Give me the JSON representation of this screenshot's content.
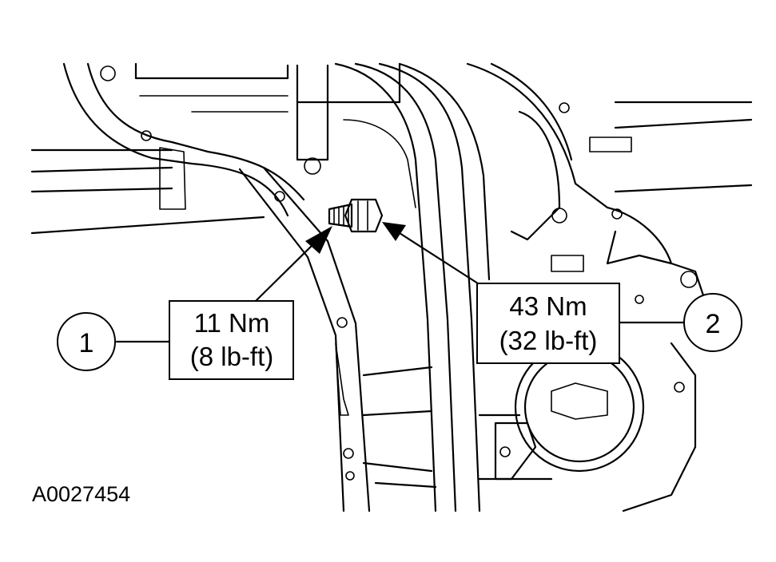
{
  "figure_id": "A0027454",
  "callouts": [
    {
      "number": "1",
      "torque_nm": "11 Nm",
      "torque_lbft": "(8 lb-ft)"
    },
    {
      "number": "2",
      "torque_nm": "43 Nm",
      "torque_lbft": "(32 lb-ft)"
    }
  ],
  "colors": {
    "ink": "#000000",
    "paper": "#ffffff"
  }
}
